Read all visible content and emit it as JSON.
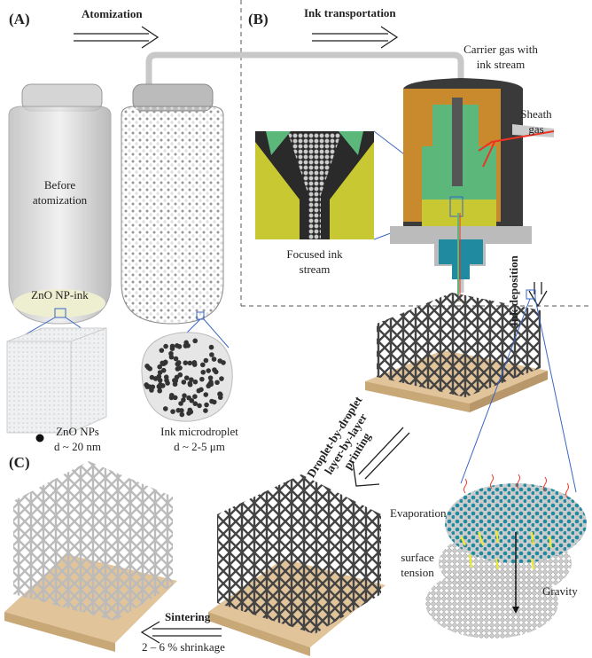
{
  "panels": {
    "a": "(A)",
    "b": "(B)",
    "c": "(C)"
  },
  "steps": {
    "atomization": "Atomization",
    "ink_transportation": "Ink transportation",
    "ink_deposition": "Ink deposition",
    "printing": [
      "Droplet-by-droplet",
      "layer-by-layer",
      "printing"
    ],
    "sintering": "Sintering",
    "shrinkage": "2 – 6 % shrinkage"
  },
  "labels": {
    "before_atomization": [
      "Before",
      "atomization"
    ],
    "ink": "ZnO NP-ink",
    "zno_nps": [
      "ZnO NPs",
      "d ~ 20 nm"
    ],
    "microdroplet": [
      "Ink microdroplet",
      "d ~ 2-5 μm"
    ],
    "carrier_gas": [
      "Carrier gas with",
      "ink stream"
    ],
    "sheath_gas": [
      "Sheath",
      "gas"
    ],
    "focused_stream": [
      "Focused ink",
      "stream"
    ],
    "evaporation": "Evaporation",
    "surface_tension": [
      "surface",
      "tension"
    ],
    "gravity": "Gravity"
  },
  "colors": {
    "nozzle_body": "#c98a2e",
    "nozzle_inner": "#5cb87a",
    "nozzle_tip": "#c8c832",
    "nanoparticles": "#1f8aa0",
    "substrate": "#e2c49a",
    "connector": "#3a66c4"
  }
}
